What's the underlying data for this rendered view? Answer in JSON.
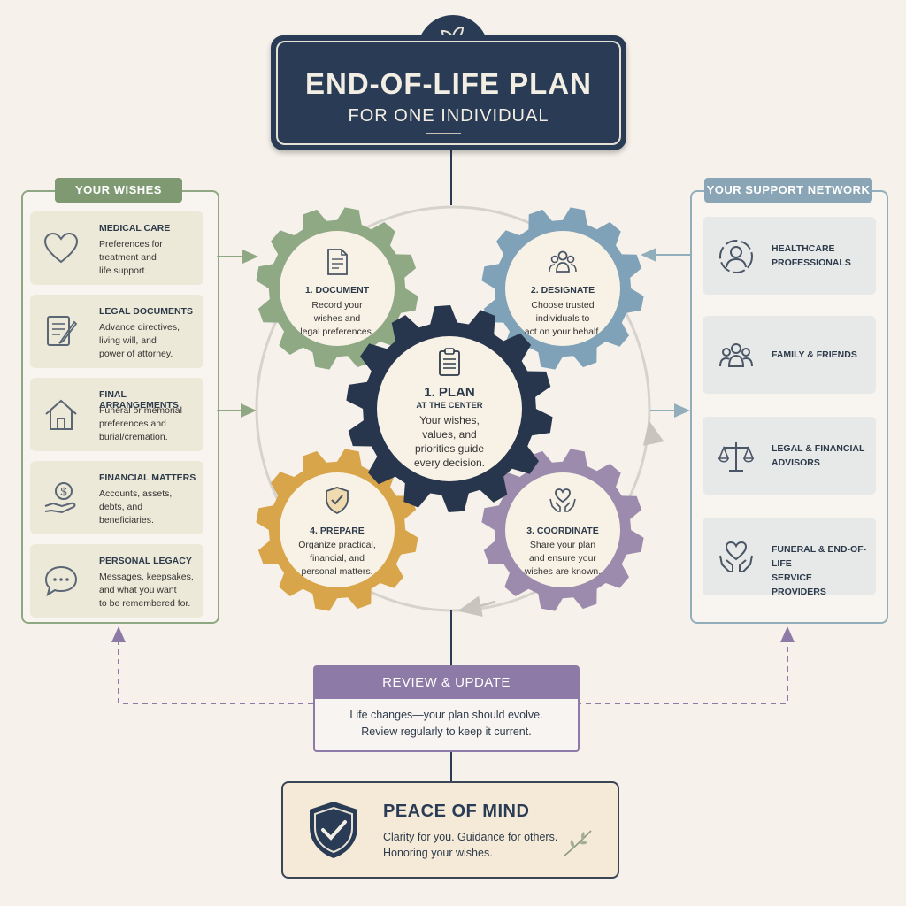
{
  "title": {
    "main": "END-OF-LIFE PLAN",
    "sub": "FOR ONE INDIVIDUAL"
  },
  "wishes": {
    "label": "YOUR WISHES",
    "items": [
      {
        "icon": "heart-icon",
        "title": "MEDICAL CARE",
        "lines": [
          "Preferences for",
          "treatment and",
          "life support."
        ]
      },
      {
        "icon": "document-pen-icon",
        "title": "LEGAL DOCUMENTS",
        "lines": [
          "Advance directives,",
          "living will, and",
          "power of attorney."
        ]
      },
      {
        "icon": "house-icon",
        "title": "FINAL ARRANGEMENTS",
        "lines": [
          "Funeral or memorial",
          "preferences and",
          "burial/cremation."
        ]
      },
      {
        "icon": "money-hand-icon",
        "title": "FINANCIAL MATTERS",
        "lines": [
          "Accounts, assets,",
          "debts, and",
          "beneficiaries."
        ]
      },
      {
        "icon": "speech-bubble-icon",
        "title": "PERSONAL LEGACY",
        "lines": [
          "Messages, keepsakes,",
          "and what you want",
          "to be remembered for."
        ]
      }
    ]
  },
  "network": {
    "label": "YOUR SUPPORT NETWORK",
    "items": [
      {
        "icon": "person-icon",
        "lines": [
          "HEALTHCARE",
          "PROFESSIONALS"
        ]
      },
      {
        "icon": "group-icon",
        "lines": [
          "FAMILY & FRIENDS"
        ]
      },
      {
        "icon": "scales-icon",
        "lines": [
          "LEGAL & FINANCIAL",
          "ADVISORS"
        ]
      },
      {
        "icon": "heart-hands-icon",
        "lines": [
          "FUNERAL & END-OF-LIFE",
          "SERVICE PROVIDERS"
        ]
      }
    ]
  },
  "gears": {
    "document": {
      "title": "1. DOCUMENT",
      "lines": [
        "Record your",
        "wishes and",
        "legal preferences."
      ],
      "color": "#8fa985"
    },
    "designate": {
      "title": "2. DESIGNATE",
      "lines": [
        "Choose trusted",
        "individuals to",
        "act on your behalf."
      ],
      "color": "#7fa2b8"
    },
    "plan": {
      "title": "1. PLAN",
      "subtitle": "AT THE CENTER",
      "lines": [
        "Your wishes,",
        "values, and",
        "priorities guide",
        "every decision."
      ],
      "color": "#27364d"
    },
    "prepare": {
      "title": "4. PREPARE",
      "lines": [
        "Organize practical,",
        "financial, and",
        "personal matters."
      ],
      "color": "#d9a54a"
    },
    "coordinate": {
      "title": "3. COORDINATE",
      "lines": [
        "Share your plan",
        "and ensure your",
        "wishes are known."
      ],
      "color": "#9c8bad"
    }
  },
  "review": {
    "header": "REVIEW & UPDATE",
    "lines": [
      "Life changes—your plan should evolve.",
      "Review regularly to keep it current."
    ]
  },
  "peace": {
    "title": "PEACE OF MIND",
    "lines": [
      "Clarity for you. Guidance for others.",
      "Honoring your wishes."
    ]
  },
  "colors": {
    "navy": "#2a3c55",
    "sage": "#8fa883",
    "slate_blue": "#93aebb",
    "lavender": "#8e7aa6",
    "cream": "#f6f1ea"
  }
}
